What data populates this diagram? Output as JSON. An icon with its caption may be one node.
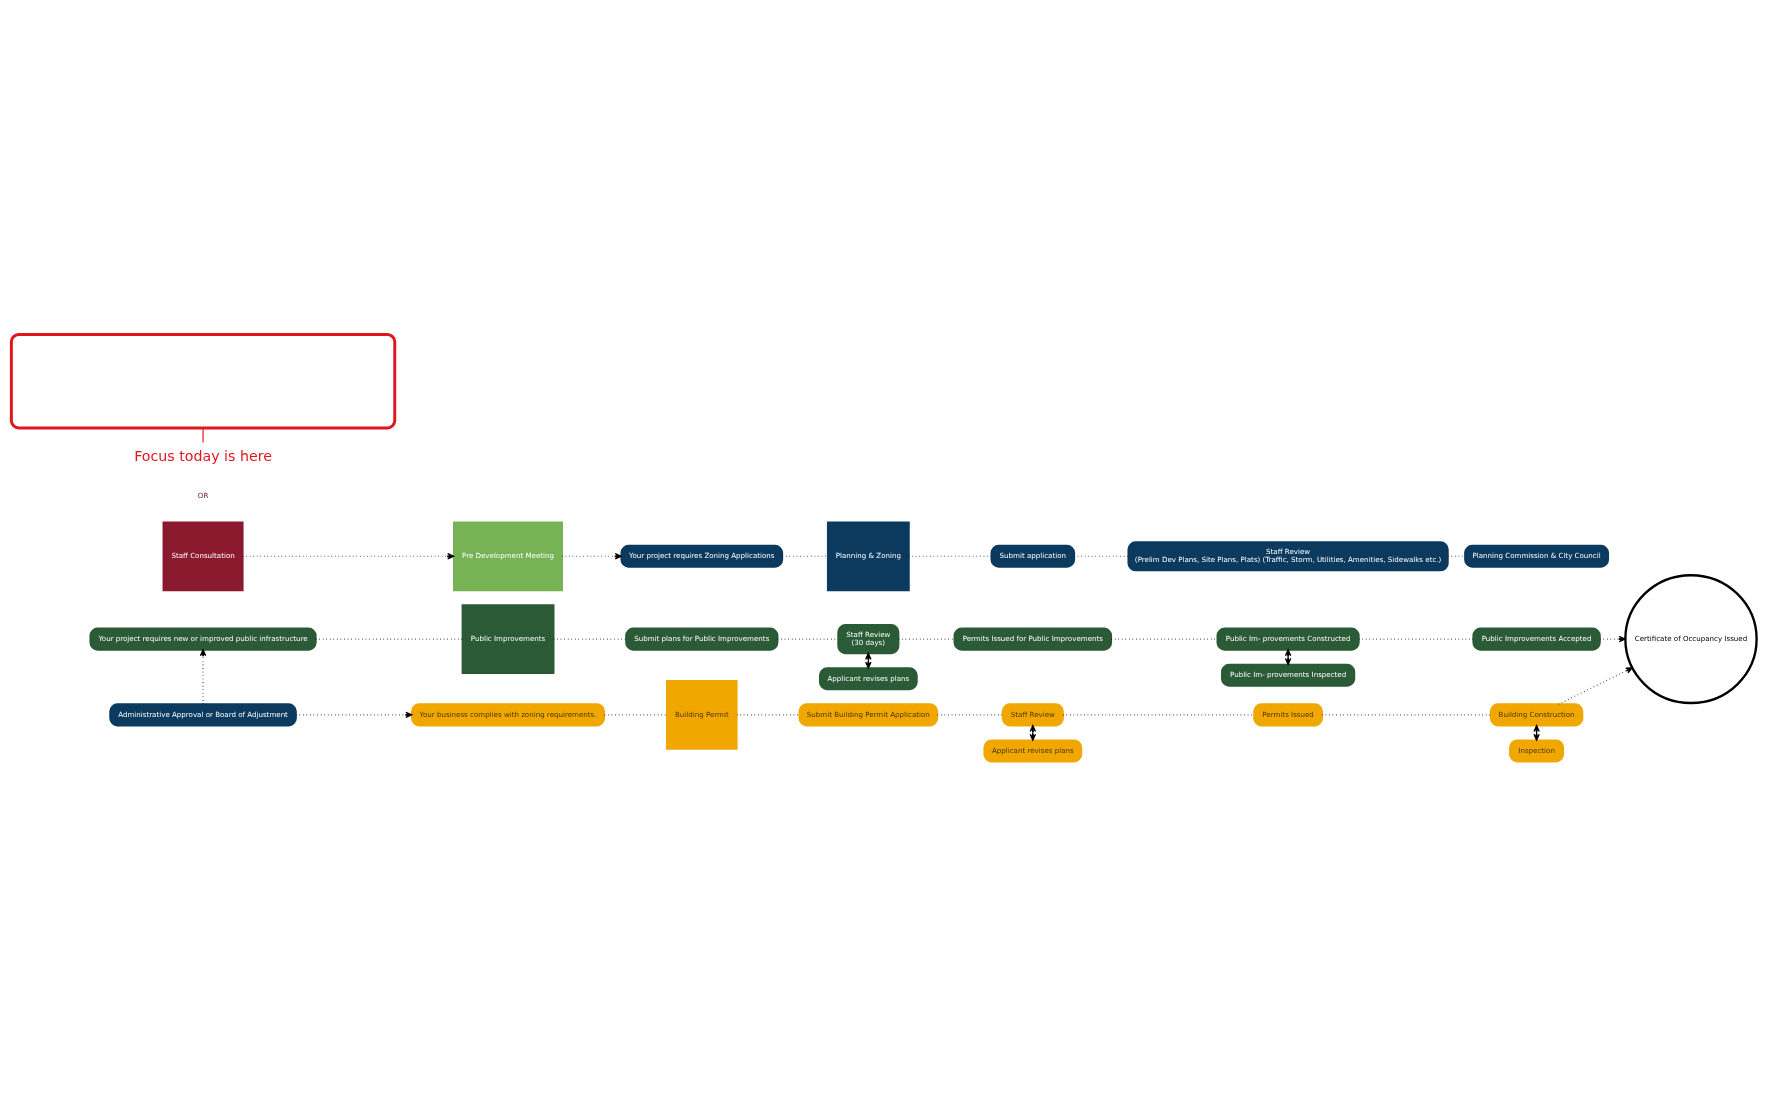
{
  "diagram": {
    "nodes": [
      {
        "text": [
          "Your project requires new or improved public infrastructure"
        ]
      },
      {
        "text": [
          "Public Improvements"
        ]
      },
      {
        "text": [
          "Submit plans for Public Improvements"
        ]
      },
      {
        "text": [
          "Staff Review",
          "(30 days)"
        ]
      },
      {
        "text": [
          "Applicant revises plans"
        ]
      },
      {
        "text": [
          "Permits Issued for Public Improvements"
        ]
      },
      {
        "text": [
          "Public Im- provements Constructed"
        ]
      },
      {
        "text": [
          "Public Im- provements Inspected"
        ]
      },
      {
        "text": [
          "Public Improvements Accepted"
        ]
      },
      {
        "text": [
          "Certificate of Occupancy Issued"
        ]
      },
      {
        "text": [
          "Staff Consultation"
        ]
      },
      {
        "text": [
          "Pre Development Meeting"
        ]
      },
      {
        "text": [
          "Your project requires Zoning Applications"
        ]
      },
      {
        "text": [
          "Planning & Zoning"
        ]
      },
      {
        "text": [
          "Submit application"
        ]
      },
      {
        "text": [
          "Staff Review",
          "(Prelim Dev Plans, Site Plans, Plats) (Traffic, Storm, Utilities, Amenities, Sidewalks etc.)"
        ]
      },
      {
        "text": [
          "Planning Commission & City Council"
        ]
      },
      {
        "text": [
          "OR"
        ]
      },
      {
        "text": [
          "Administrative Approval or Board of Adjustment"
        ]
      },
      {
        "text": [
          "Your business complies with zoning requirements."
        ]
      },
      {
        "text": [
          "Building Permit"
        ]
      },
      {
        "text": [
          "Submit Building Permit Application"
        ]
      },
      {
        "text": [
          "Staff Review"
        ]
      },
      {
        "text": [
          "Applicant revises plans"
        ]
      },
      {
        "text": [
          "Permits Issued"
        ]
      },
      {
        "text": [
          "Building Construction"
        ]
      },
      {
        "text": [
          "Inspection"
        ]
      },
      {
        "text": [],
        "shape": "box"
      },
      {
        "text": [
          "Focus today is here"
        ]
      }
    ],
    "edges": [
      {
        "from": 0,
        "to": 1,
        "arrow": "none",
        "style": "dashed"
      },
      {
        "from": 1,
        "to": 2,
        "arrow": "none",
        "style": "dashed"
      },
      {
        "from": 2,
        "to": 3,
        "arrow": "none",
        "style": "dashed"
      },
      {
        "from": 3,
        "to": 4,
        "arrow": "both"
      },
      {
        "from": 3,
        "to": 5,
        "arrow": "none",
        "style": "dashed"
      },
      {
        "from": 5,
        "to": 6,
        "arrow": "none",
        "style": "dashed"
      },
      {
        "from": 6,
        "to": 7,
        "arrow": "both"
      },
      {
        "from": 6,
        "to": 8,
        "arrow": "none",
        "style": "dashed"
      },
      {
        "from": 8,
        "to": 9,
        "arrow": "to",
        "style": "dashed"
      },
      {
        "from": 10,
        "to": 11,
        "arrow": "to",
        "style": "dashed"
      },
      {
        "from": 11,
        "to": 12,
        "arrow": "to",
        "style": "dashed"
      },
      {
        "from": 12,
        "to": 13,
        "arrow": "none",
        "style": "dashed"
      },
      {
        "from": 13,
        "to": 14,
        "arrow": "none",
        "style": "dashed"
      },
      {
        "from": 14,
        "to": 15,
        "arrow": "none",
        "style": "dashed"
      },
      {
        "from": 15,
        "to": 16,
        "arrow": "none",
        "style": "dashed"
      },
      {
        "from": 18,
        "to": 0,
        "arrow": "to",
        "style": "dashed"
      },
      {
        "from": 18,
        "to": 19,
        "arrow": "to",
        "style": "dashed"
      },
      {
        "from": 19,
        "to": 20,
        "arrow": "none",
        "style": "dashed"
      },
      {
        "from": 20,
        "to": 21,
        "arrow": "none",
        "style": "dashed"
      },
      {
        "from": 21,
        "to": 22,
        "arrow": "none",
        "style": "dashed"
      },
      {
        "from": 22,
        "to": 23,
        "arrow": "both"
      },
      {
        "from": 22,
        "to": 24,
        "arrow": "none",
        "style": "dashed"
      },
      {
        "from": 24,
        "to": 25,
        "arrow": "none",
        "style": "dashed"
      },
      {
        "from": 25,
        "to": 26,
        "arrow": "both"
      },
      {
        "from": 25,
        "to": 9,
        "arrow": "to",
        "style": "dashed"
      },
      {
        "from": 28,
        "to": 27,
        "arrow": "none",
        "color": "#e0161e"
      }
    ]
  }
}
